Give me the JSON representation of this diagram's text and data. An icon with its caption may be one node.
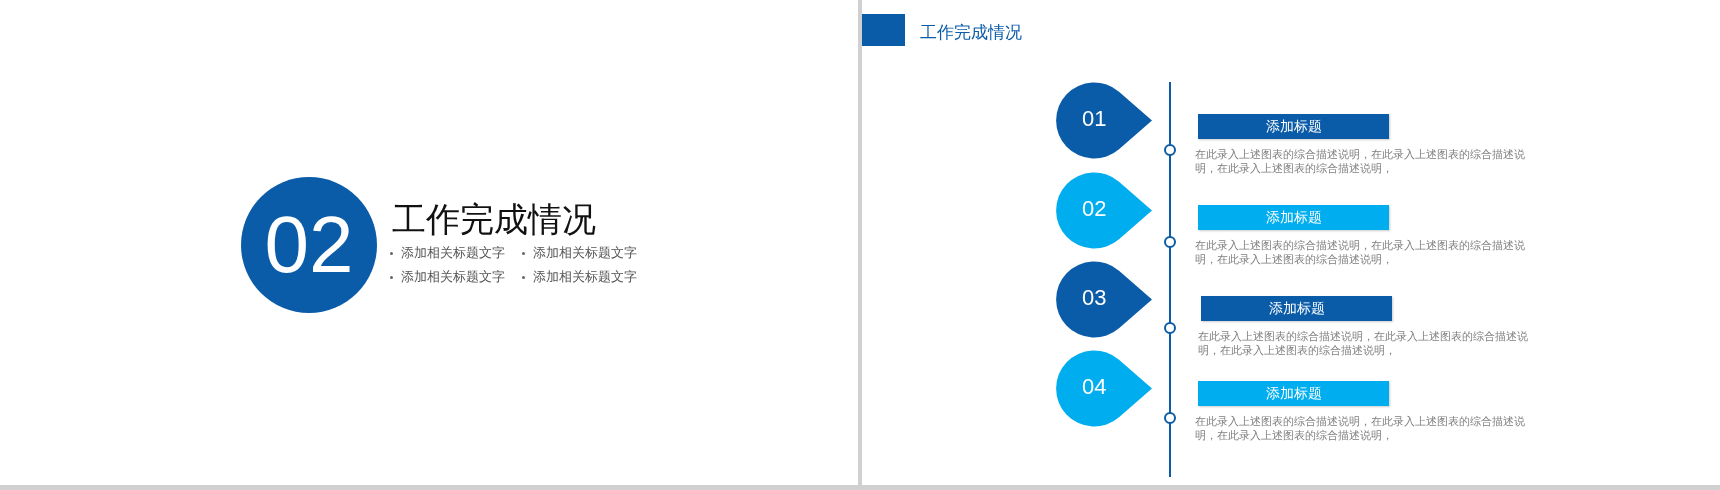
{
  "diagram": {
    "nodes": [
      {
        "text": [
          "02"
        ]
      },
      {
        "text": [
          "01"
        ]
      },
      {
        "text": [
          "添加标题"
        ],
        "beside": [
          "在此录入上述图表的综合描述说明，在此录入上述图表的综合描述说明，在此录入上述图表的综合描述说明，"
        ]
      },
      {
        "text": [
          "02"
        ]
      },
      {
        "text": [
          "添加标题"
        ],
        "beside": [
          "在此录入上述图表的综合描述说明，在此录入上述图表的综合描述说明，在此录入上述图表的综合描述说明，"
        ]
      },
      {
        "text": [
          "03"
        ]
      },
      {
        "text": [
          "添加标题"
        ],
        "beside": [
          "在此录入上述图表的综合描述说明，在此录入上述图表的综合描述说明，在此录入上述图表的综合描述说明，"
        ]
      },
      {
        "text": [
          "04"
        ]
      },
      {
        "text": [
          "添加标题"
        ],
        "beside": [
          "在此录入上述图表的综合描述说明，在此录入上述图表的综合描述说明，在此录入上述图表的综合描述说明，"
        ]
      }
    ],
    "labels": [
      "工作完成情况",
      "添加相关标题文字",
      "添加相关标题文字",
      "添加相关标题文字",
      "添加相关标题文字",
      "工作完成情况"
    ]
  }
}
